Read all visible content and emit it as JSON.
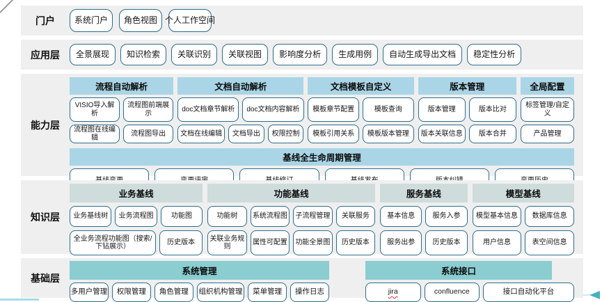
{
  "layers": [
    {
      "id": "portal",
      "label": "门户",
      "groups": [
        {
          "rows": [
            [
              "系统门户",
              "角色视图",
              "个人工作空间"
            ]
          ]
        }
      ]
    },
    {
      "id": "application",
      "label": "应用层",
      "groups": [
        {
          "rows": [
            [
              "全景展现",
              "知识检索",
              "关联识别",
              "关联视图",
              "影响度分析",
              "生成用例",
              "自动生成导出文档",
              "稳定性分析"
            ]
          ]
        }
      ]
    },
    {
      "id": "capability",
      "label": "能力层",
      "groups": [
        {
          "header": "流程自动解析",
          "rows": [
            [
              "VISIO导入解析",
              "流程图前端展示"
            ],
            [
              "流程图在线编辑",
              "流程图导出"
            ]
          ]
        },
        {
          "header": "文档自动解析",
          "rows": [
            [
              "doc文档章节解析",
              "doc文档内容解析"
            ],
            [
              "文档在线编辑",
              "文档导出",
              "权限控制"
            ]
          ]
        },
        {
          "header": "文档模板自定义",
          "rows": [
            [
              "模板章节配置",
              "模板查询"
            ],
            [
              "模板引用关系",
              "模板版本管理"
            ]
          ]
        },
        {
          "header": "版本管理",
          "rows": [
            [
              "版本管理",
              "版本比对"
            ],
            [
              "版本关联信息",
              "版本合并"
            ]
          ]
        },
        {
          "header": "全局配置",
          "rows": [
            [
              "标签管理/自定义"
            ],
            [
              "产品管理"
            ]
          ]
        }
      ],
      "full_width_group": {
        "header": "基线全生命周期管理",
        "rows": [
          [
            "基线变更",
            "变更评审",
            "基线修订",
            "基线发布",
            "版本纠错",
            "变更历史"
          ]
        ]
      }
    },
    {
      "id": "knowledge",
      "label": "知识层",
      "groups": [
        {
          "header": "业务基线",
          "rows": [
            [
              "业务基线树",
              "业务流程图",
              "功能图"
            ],
            [
              "全业务流程功能图（搜索/下钻展示）",
              "历史版本"
            ]
          ]
        },
        {
          "header": "功能基线",
          "rows": [
            [
              "功能树",
              "系统流程图",
              "子流程管理",
              "关联服务"
            ],
            [
              "关联业务规则",
              "属性可配置",
              "功能全景图",
              "历史版本"
            ]
          ]
        },
        {
          "header": "服务基线",
          "rows": [
            [
              "基本信息",
              "服务入参"
            ],
            [
              "服务出参",
              "历史版本"
            ]
          ]
        },
        {
          "header": "模型基线",
          "rows": [
            [
              "模型基本信息",
              "数据库信息"
            ],
            [
              "用户信息",
              "表空间信息"
            ]
          ]
        }
      ]
    },
    {
      "id": "foundation",
      "label": "基础层",
      "groups": [
        {
          "header": "系统管理",
          "rows": [
            [
              "多用户管理",
              "权限管理",
              "角色管理",
              "组织机构管理",
              "菜单管理",
              "操作日志"
            ]
          ]
        },
        {
          "header": "系统接口",
          "rows": [
            [
              "jira",
              "confluence",
              "接口自动化平台"
            ]
          ]
        }
      ]
    }
  ],
  "decorations": {
    "spellchecked_text": "jira"
  },
  "colors": {
    "band_background": "#efefef",
    "capability_header": "#a9d5e6",
    "knowledge_header": "#cedcdb",
    "foundation_header": "#8bcdd1",
    "node_border": "#2c6c8c",
    "arrow_accent": "#49b0c0",
    "spellcheck_underline": "#e03131"
  }
}
